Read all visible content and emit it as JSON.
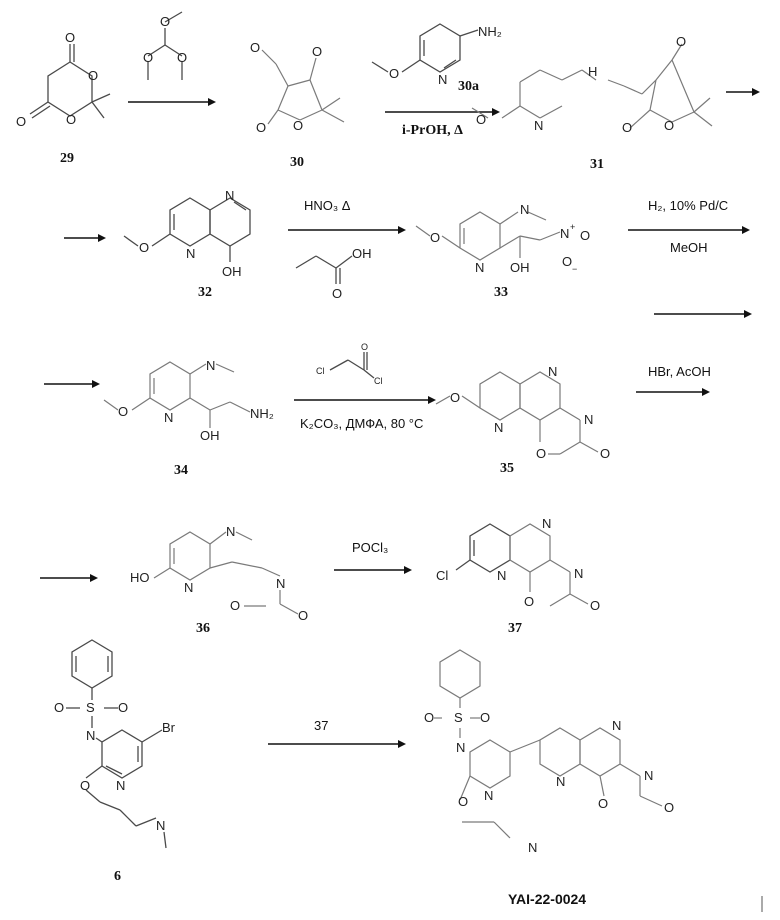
{
  "compounds": {
    "c29": "29",
    "c30": "30",
    "c30a": "30a",
    "c31": "31",
    "c32": "32",
    "c33": "33",
    "c34": "34",
    "c35": "35",
    "c36": "36",
    "c37": "37",
    "c6": "6"
  },
  "atoms": {
    "O": "O",
    "N": "N",
    "NH2": "NH₂",
    "H": "H",
    "OH": "OH",
    "HO": "HO",
    "Cl": "Cl",
    "Br": "Br",
    "S": "S",
    "NO2_N": "N",
    "plus": "+",
    "minus": "−"
  },
  "conditions": {
    "step2_solvent": "i-PrOH, Δ",
    "step4_reagent": "HNO₃  Δ",
    "step5_reagent": "H₂, 10% Pd/C",
    "step5_solvent": "MeOH",
    "step6_reagent": "K₂CO₃, ДМФА, 80 °C",
    "step7_reagent": "HBr, AcOH",
    "step8_reagent": "POCl₃",
    "step9_reagent": "37"
  },
  "footer": {
    "code": "YAI-22-0024"
  }
}
